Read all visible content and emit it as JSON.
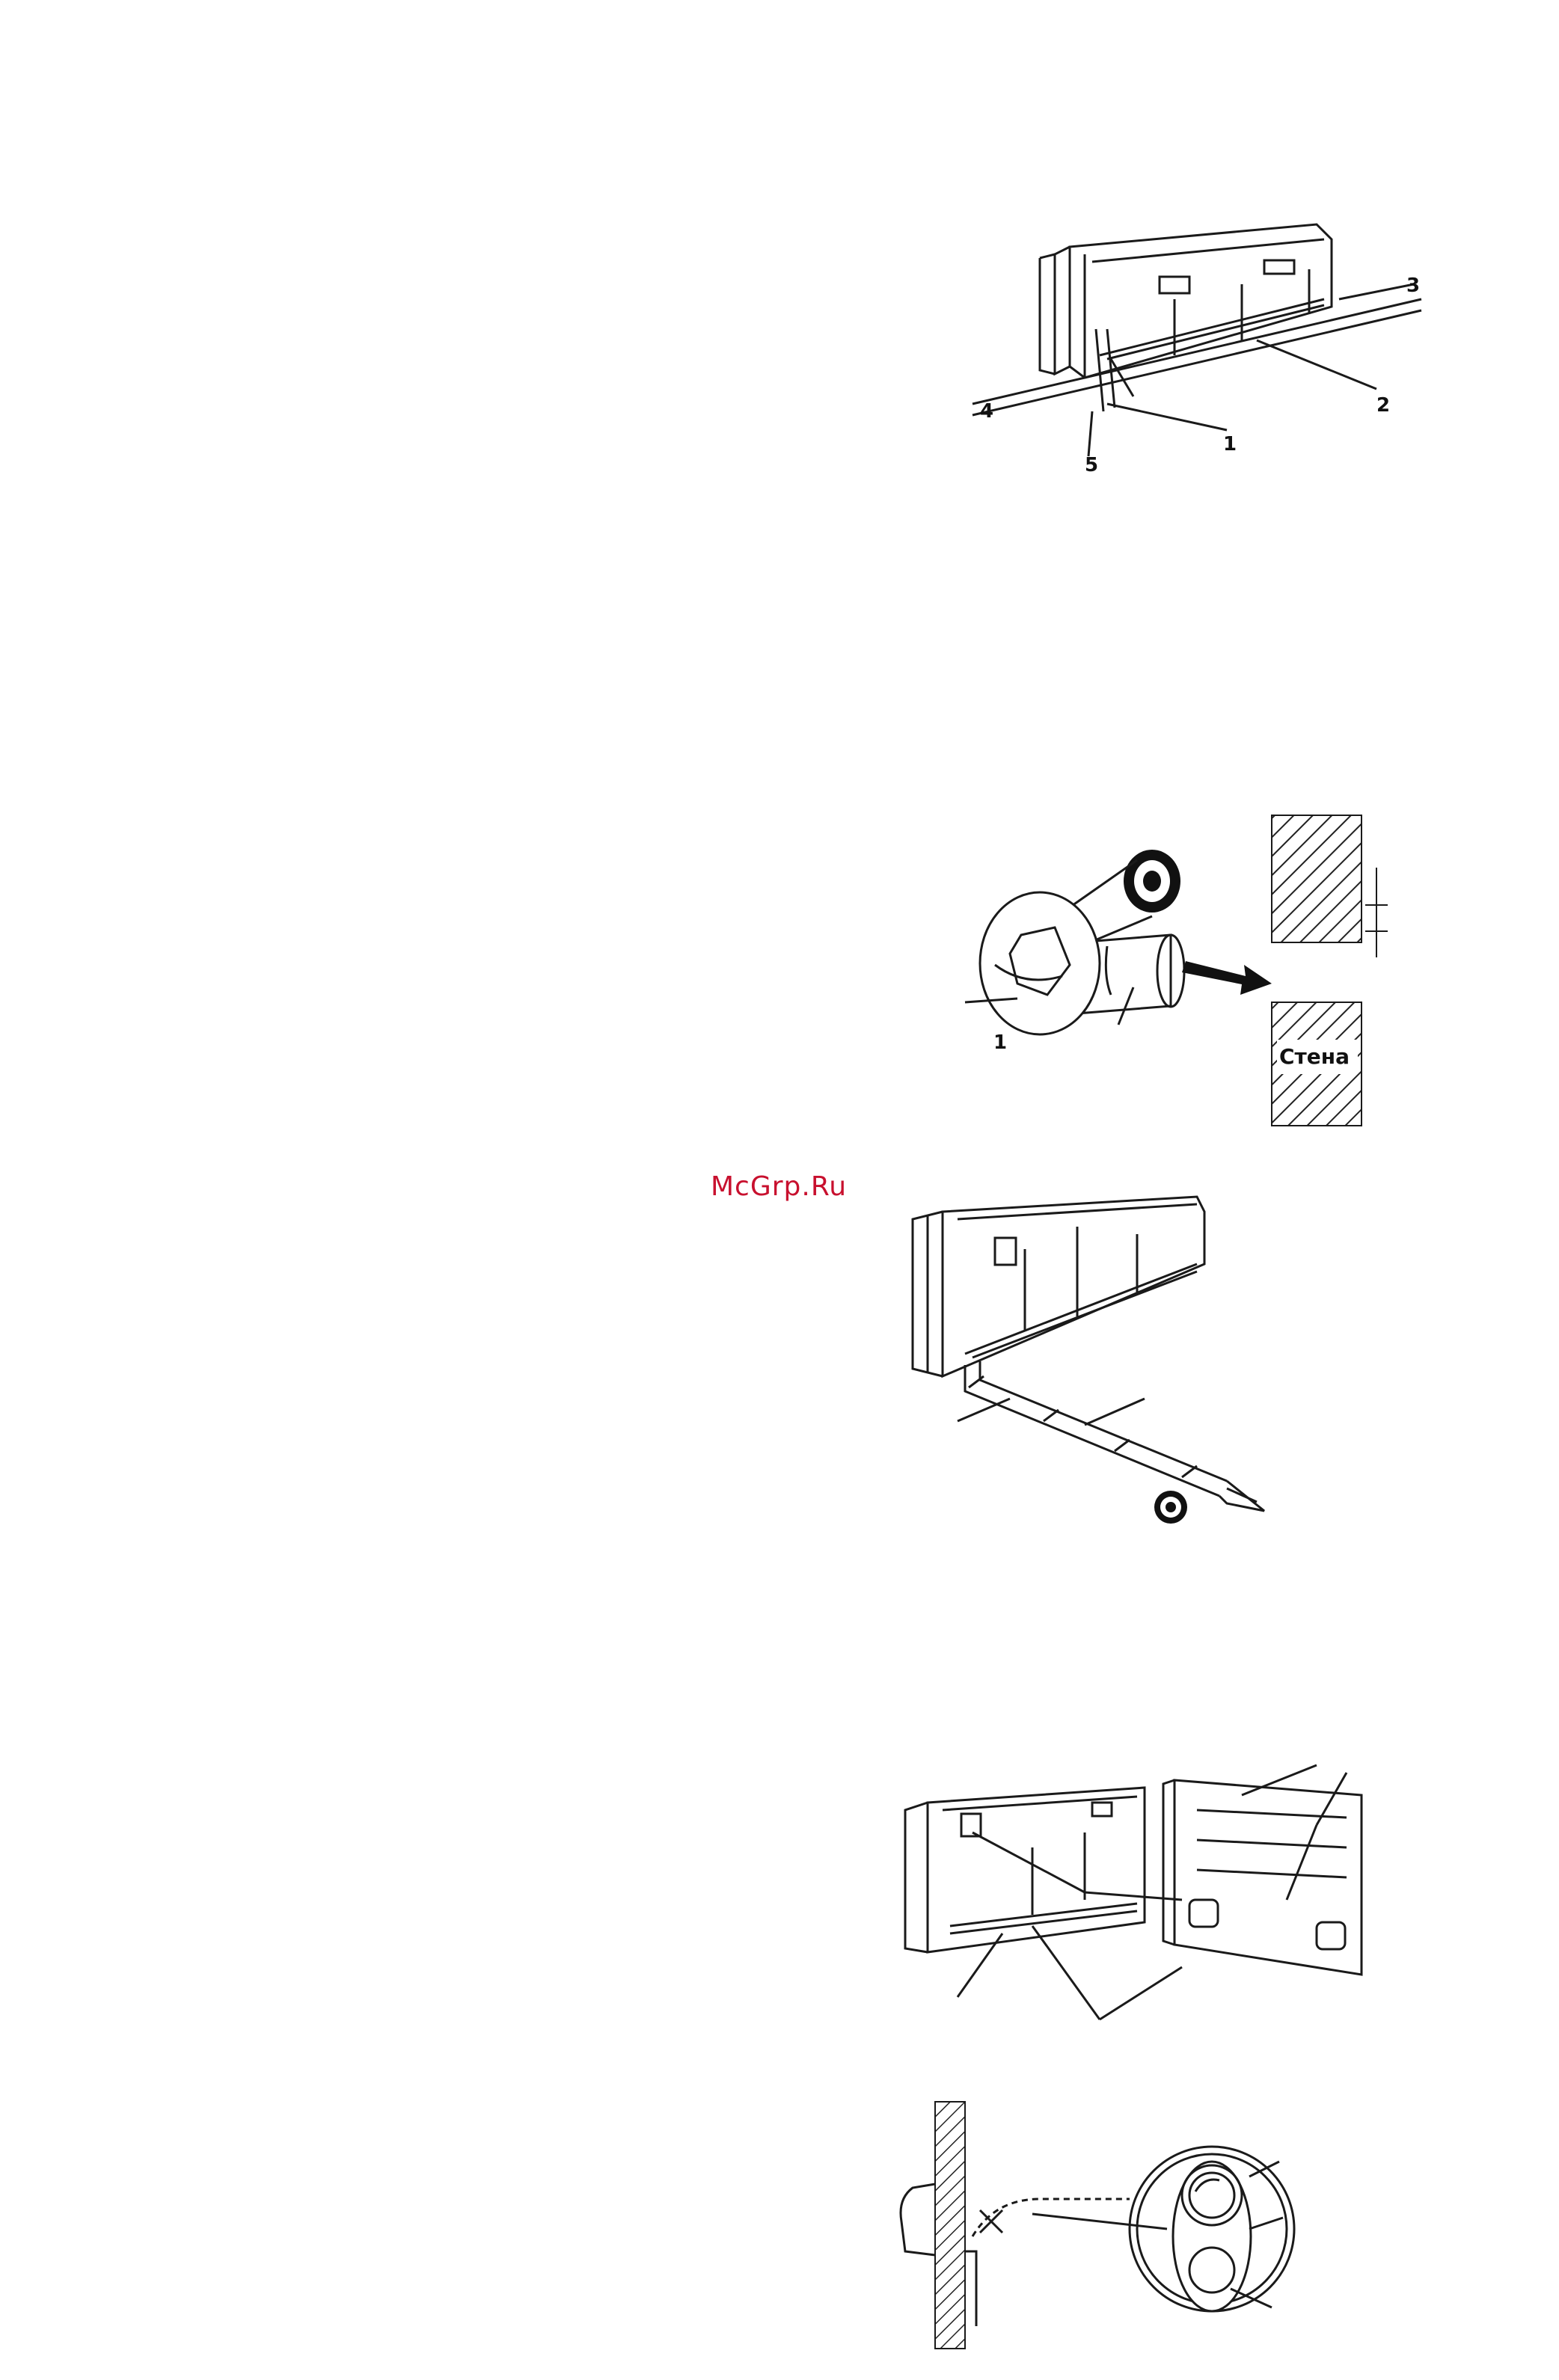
{
  "watermark": "McGrp.Ru",
  "figure1": {
    "labels": [
      "1",
      "2",
      "3",
      "4",
      "5"
    ]
  },
  "figure2": {
    "labels": [
      "1"
    ],
    "wall_text": "Стена"
  },
  "colors": {
    "line": "#1a1a1a",
    "watermark": "#c8102e",
    "hatch": "#222222"
  }
}
